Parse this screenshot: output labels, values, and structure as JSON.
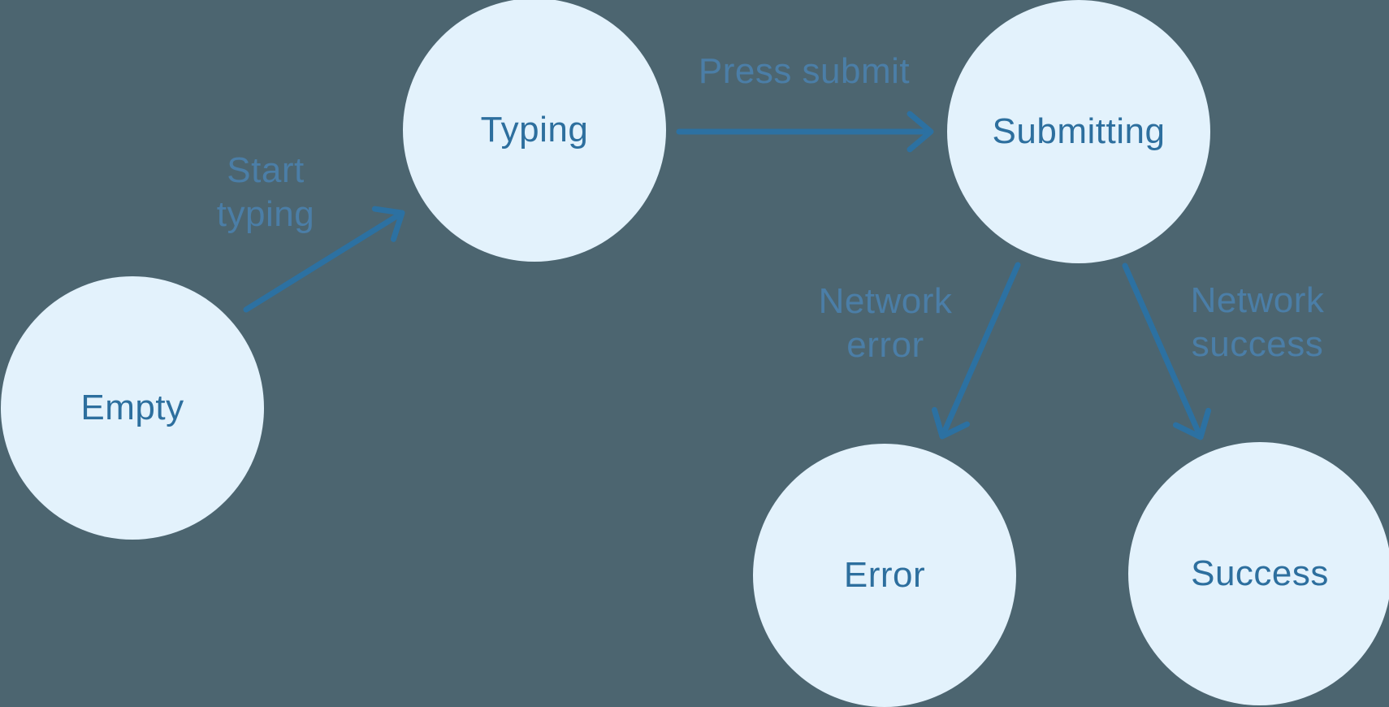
{
  "diagram": {
    "type": "state-machine",
    "nodes": [
      {
        "id": "empty",
        "label": "Empty"
      },
      {
        "id": "typing",
        "label": "Typing"
      },
      {
        "id": "submitting",
        "label": "Submitting"
      },
      {
        "id": "error",
        "label": "Error"
      },
      {
        "id": "success",
        "label": "Success"
      }
    ],
    "edges": [
      {
        "from": "empty",
        "to": "typing",
        "label": "Start\ntyping"
      },
      {
        "from": "typing",
        "to": "submitting",
        "label": "Press submit"
      },
      {
        "from": "submitting",
        "to": "error",
        "label": "Network\nerror"
      },
      {
        "from": "submitting",
        "to": "success",
        "label": "Network\nsuccess"
      }
    ],
    "colors": {
      "background": "#4c6570",
      "node_fill": "#e3f2fc",
      "node_text": "#2d6f9e",
      "arrow": "#2c71a2",
      "edge_label": "#4b7ea7"
    }
  }
}
